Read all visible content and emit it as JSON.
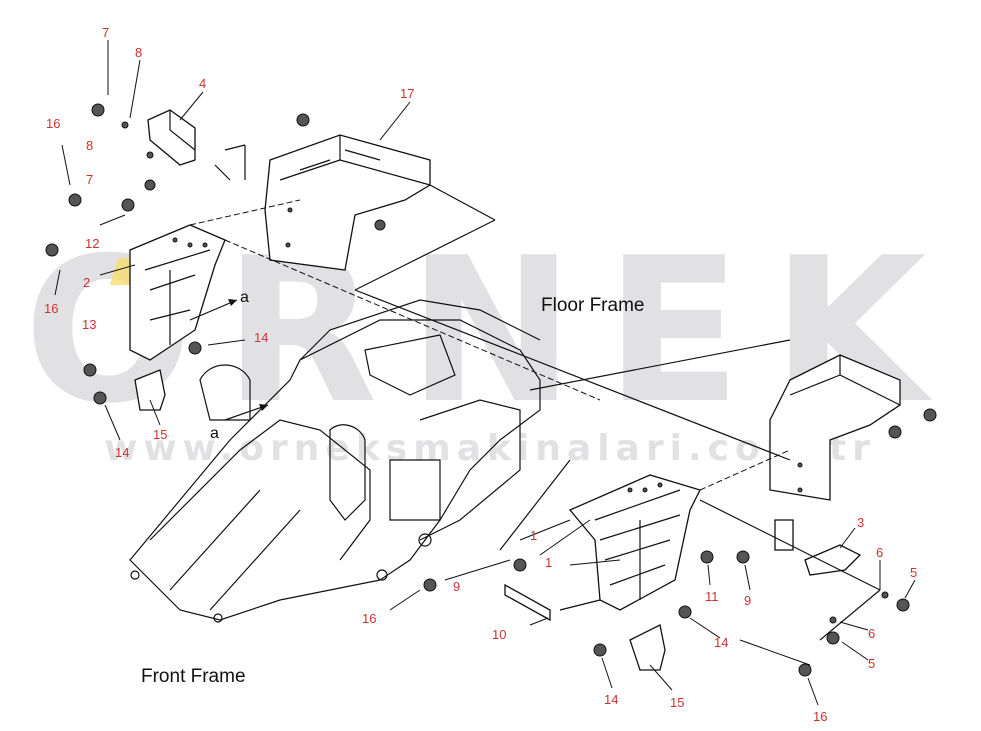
{
  "watermark": {
    "brand": "ORNEK",
    "url": "www.orneksmakinalari.com.tr",
    "color": "#c9c9cd",
    "accent": "#f2c200"
  },
  "labels": {
    "floor_frame": "Floor Frame",
    "front_frame": "Front Frame"
  },
  "arrow_letters": [
    "a",
    "a"
  ],
  "callouts": [
    "7",
    "8",
    "4",
    "16",
    "8",
    "7",
    "17",
    "12",
    "2",
    "16",
    "13",
    "14",
    "15",
    "14",
    "1",
    "9",
    "16",
    "10",
    "1",
    "11",
    "9",
    "3",
    "6",
    "5",
    "6",
    "5",
    "14",
    "14",
    "15",
    "16"
  ],
  "colors": {
    "callout_text": "#cc3333",
    "line_art": "#111111",
    "background": "#ffffff"
  }
}
